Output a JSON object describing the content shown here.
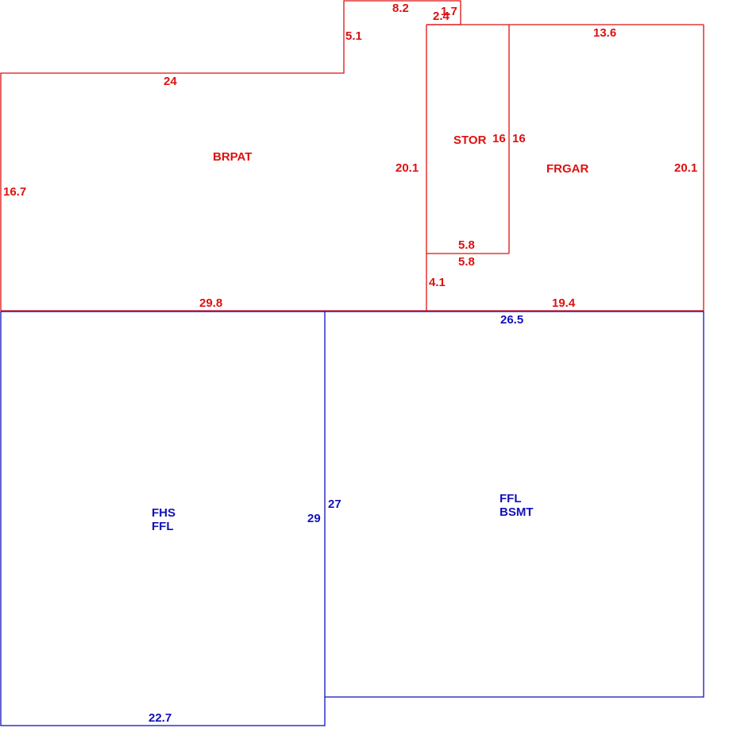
{
  "colors": {
    "upper": "#dd1111",
    "lower": "#1111bb",
    "background": "#ffffff"
  },
  "areas": {
    "brpat": "BRPAT",
    "stor": "STOR",
    "frgar": "FRGAR",
    "fhs": {
      "line1": "FHS",
      "line2": "FFL"
    },
    "ffl_bsmt": {
      "line1": "FFL",
      "line2": "BSMT"
    }
  },
  "dimensions": {
    "brpat_top_notch": "8.2",
    "brpat_notch_left": "5.1",
    "stor_notch_a": "2.4",
    "stor_notch_b": "1.7",
    "frgar_top": "13.6",
    "brpat_top": "24",
    "brpat_left": "16.7",
    "brpat_right": "20.1",
    "stor_left": "16",
    "stor_right": "16",
    "frgar_right": "20.1",
    "stor_bottom_inner": "5.8",
    "stor_bottom_outer": "5.8",
    "stor_gap": "4.1",
    "brpat_bottom": "29.8",
    "frgar_bottom": "19.4",
    "ffl_top": "26.5",
    "fhs_right": "29",
    "ffl_left": "27",
    "fhs_bottom": "22.7"
  }
}
